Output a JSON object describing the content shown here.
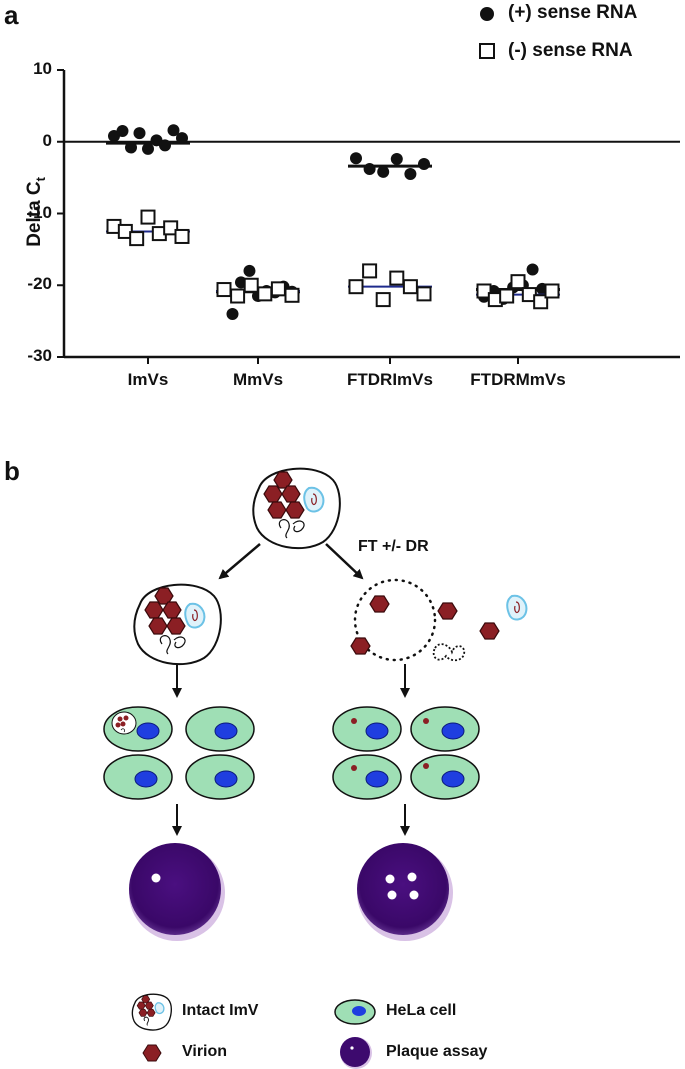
{
  "panel_a": {
    "letter": "a",
    "legend": [
      {
        "label": "(+) sense RNA",
        "marker": "filled-circle"
      },
      {
        "label": "(-) sense RNA",
        "marker": "open-square"
      }
    ]
  },
  "panel_b": {
    "letter": "b",
    "treatment_label": "FT +/- DR",
    "legend": [
      {
        "label": "Intact ImV",
        "icon": "intact-imv-icon"
      },
      {
        "label": "HeLa cell",
        "icon": "hela-cell-icon"
      },
      {
        "label": "Virion",
        "icon": "virion-icon"
      },
      {
        "label": "Plaque assay",
        "icon": "plaque-assay-icon"
      }
    ]
  },
  "colors": {
    "virion": "#8b1f24",
    "cell": "#9fdfb5",
    "nucleus": "#1f3ee0",
    "plaque": "#3d0a6e",
    "plaque_rim": "#c9a8dd",
    "mean_line_neg": "#1e2a8c",
    "mean_line_pos": "#111111"
  },
  "chart_data": {
    "type": "scatter",
    "title": "",
    "xlabel": "",
    "ylabel_main": "Delta C",
    "ylabel_sub": "t",
    "ylim": [
      -30,
      10
    ],
    "yticks": [
      "10",
      "0",
      "-10",
      "-20",
      "-30"
    ],
    "ytick_values": [
      10,
      0,
      -10,
      -20,
      -30
    ],
    "categories": [
      "ImVs",
      "MmVs",
      "FTDRImVs",
      "FTDRMmVs"
    ],
    "reference_line": 0,
    "series": [
      {
        "name": "(+) sense RNA",
        "marker": "filled-circle",
        "means": [
          -0.2,
          -20.9,
          -3.4,
          -20.6
        ],
        "points": [
          [
            0.8,
            1.5,
            -0.8,
            1.2,
            -1.0,
            0.2,
            -0.5,
            1.6,
            0.5
          ],
          [
            -20.5,
            -24.0,
            -19.6,
            -18.0,
            -21.5,
            -20.8,
            -21.0,
            -20.2,
            -20.9
          ],
          [
            -2.3,
            -3.8,
            -4.2,
            -2.4,
            -4.5,
            -3.1
          ],
          [
            -21.6,
            -20.8,
            -21.9,
            -20.3,
            -20.0,
            -17.8,
            -20.5,
            -21.0
          ]
        ]
      },
      {
        "name": "(-) sense RNA",
        "marker": "open-square",
        "means": [
          -12.5,
          -20.8,
          -20.2,
          -21.3
        ],
        "points": [
          [
            -11.8,
            -12.5,
            -13.5,
            -10.5,
            -12.8,
            -12.0,
            -13.2
          ],
          [
            -20.6,
            -21.5,
            -20.0,
            -21.2,
            -20.5,
            -21.4
          ],
          [
            -20.2,
            -18.0,
            -22.0,
            -19.0,
            -20.2,
            -21.2
          ],
          [
            -20.8,
            -22.0,
            -21.5,
            -19.5,
            -21.3,
            -22.3,
            -20.8
          ]
        ]
      }
    ]
  }
}
